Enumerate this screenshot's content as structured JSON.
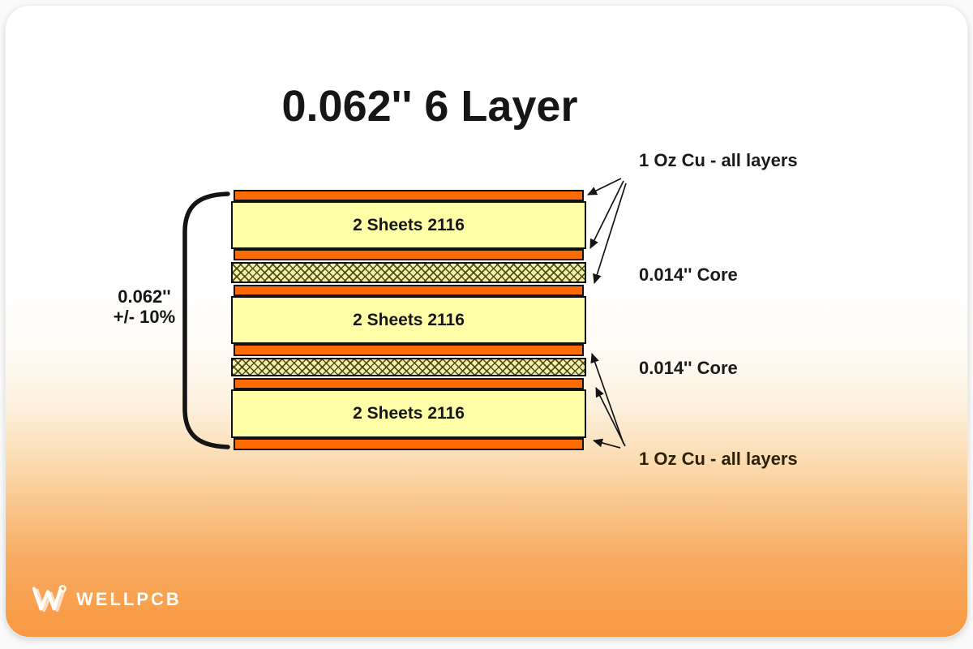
{
  "page": {
    "title": "0.062'' 6 Layer"
  },
  "stackup": {
    "thickness": {
      "value": "0.062''",
      "tolerance": "+/- 10%"
    },
    "layers": [
      {
        "type": "copper",
        "name": "top-copper-foil"
      },
      {
        "type": "prepreg",
        "label": "2 Sheets 2116"
      },
      {
        "type": "copper",
        "name": "inner-copper-layer-2"
      },
      {
        "type": "core",
        "name": "core-1"
      },
      {
        "type": "copper",
        "name": "inner-copper-layer-3"
      },
      {
        "type": "prepreg",
        "label": "2 Sheets 2116"
      },
      {
        "type": "copper",
        "name": "inner-copper-layer-4"
      },
      {
        "type": "core",
        "name": "core-2"
      },
      {
        "type": "copper",
        "name": "inner-copper-layer-5"
      },
      {
        "type": "prepreg",
        "label": "2 Sheets 2116"
      },
      {
        "type": "copper",
        "name": "bottom-copper-foil"
      }
    ],
    "annotations": {
      "copper_top": "1 Oz Cu - all layers",
      "core_top": "0.014'' Core",
      "core_bottom": "0.014'' Core",
      "copper_bottom": "1 Oz Cu - all layers"
    }
  },
  "colors": {
    "copper": "#ff6b00",
    "prepreg": "#ffffa8",
    "core_background": "#f0efae",
    "core_hatch": "#4a480a",
    "outline": "#111111",
    "gradient_bottom_orange": "#f89942"
  },
  "footer": {
    "brand": "WELLPCB"
  }
}
